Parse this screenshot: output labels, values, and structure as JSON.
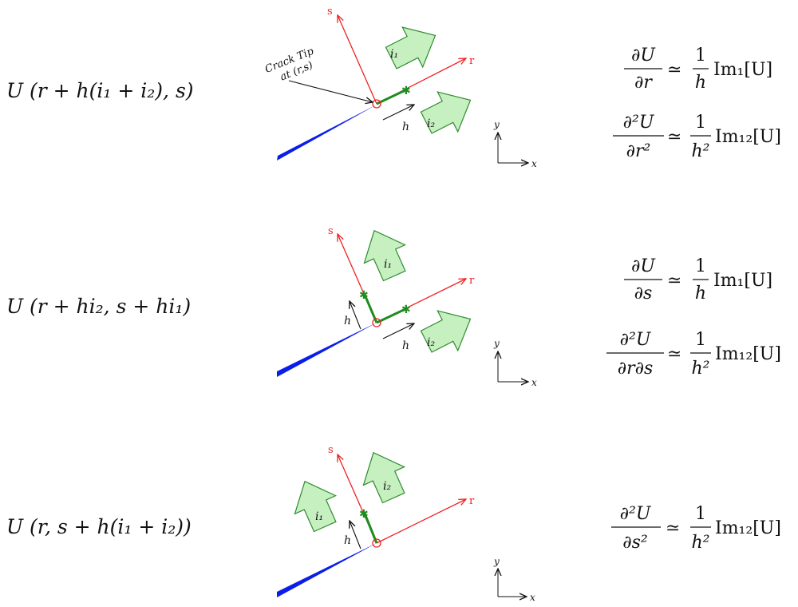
{
  "rows": [
    {
      "expression": "U (r + h(i₁ + i₂), s)",
      "note_line1": "Crack Tip",
      "note_line2": "at (r,s)",
      "formulas": [
        {
          "numer": "∂U",
          "denom": "∂r",
          "coef_num": "1",
          "coef_den": "h",
          "im": "Im₁[U]"
        },
        {
          "numer": "∂²U",
          "denom": "∂r²",
          "coef_num": "1",
          "coef_den": "h²",
          "im": "Im₁₂[U]"
        }
      ]
    },
    {
      "expression": "U (r + hi₂, s + hi₁)",
      "formulas": [
        {
          "numer": "∂U",
          "denom": "∂s",
          "coef_num": "1",
          "coef_den": "h",
          "im": "Im₁[U]"
        },
        {
          "numer": "∂²U",
          "denom": "∂r∂s",
          "coef_num": "1",
          "coef_den": "h²",
          "im": "Im₁₂[U]"
        }
      ]
    },
    {
      "expression": "U (r, s + h(i₁ + i₂))",
      "formulas": [
        {
          "numer": "∂²U",
          "denom": "∂s²",
          "coef_num": "1",
          "coef_den": "h²",
          "im": "Im₁₂[U]"
        }
      ]
    }
  ],
  "labels": {
    "s": "s",
    "r": "r",
    "h": "h",
    "i1": "i₁",
    "i2": "i₂",
    "x": "x",
    "y": "y",
    "approx": "≃"
  },
  "colors": {
    "axis": "#ee2222",
    "step": "#1e8c1e",
    "arrow_fill": "#c6f0c0",
    "arrow_stroke": "#2e8b2e",
    "crack": "#0a1ee8",
    "text": "#111111"
  }
}
